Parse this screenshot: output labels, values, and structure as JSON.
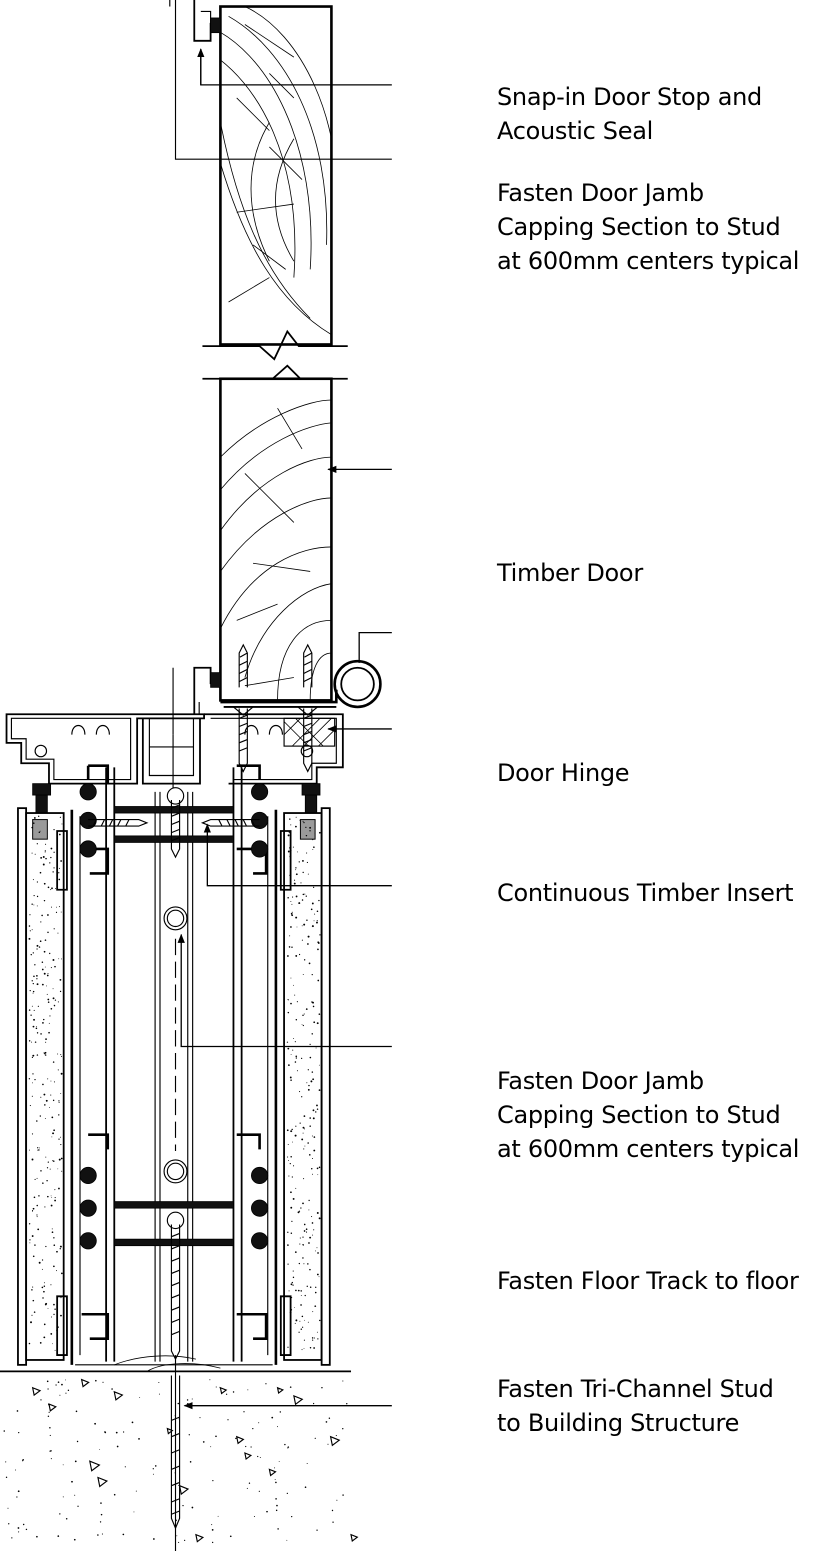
{
  "labels": {
    "snap_in_stop": [
      "Snap-in Door Stop and",
      "Acoustic Seal"
    ],
    "fasten_capping_top": [
      "Fasten Door Jamb",
      "Capping Section to Stud",
      "at 600mm centers typical"
    ],
    "timber_door": [
      "Timber Door"
    ],
    "door_hinge": [
      "Door Hinge"
    ],
    "timber_insert": [
      "Continuous Timber Insert"
    ],
    "fasten_capping_bottom": [
      "Fasten Door Jamb",
      "Capping Section to Stud",
      "at 600mm centers typical"
    ],
    "fasten_floor_track": [
      "Fasten Floor Track to floor"
    ],
    "fasten_tri_channel": [
      "Fasten Tri-Channel Stud",
      "to Building Structure"
    ]
  },
  "colors": {
    "ink": "#000000",
    "paper": "#ffffff",
    "gasket": "#9a9a9a"
  }
}
